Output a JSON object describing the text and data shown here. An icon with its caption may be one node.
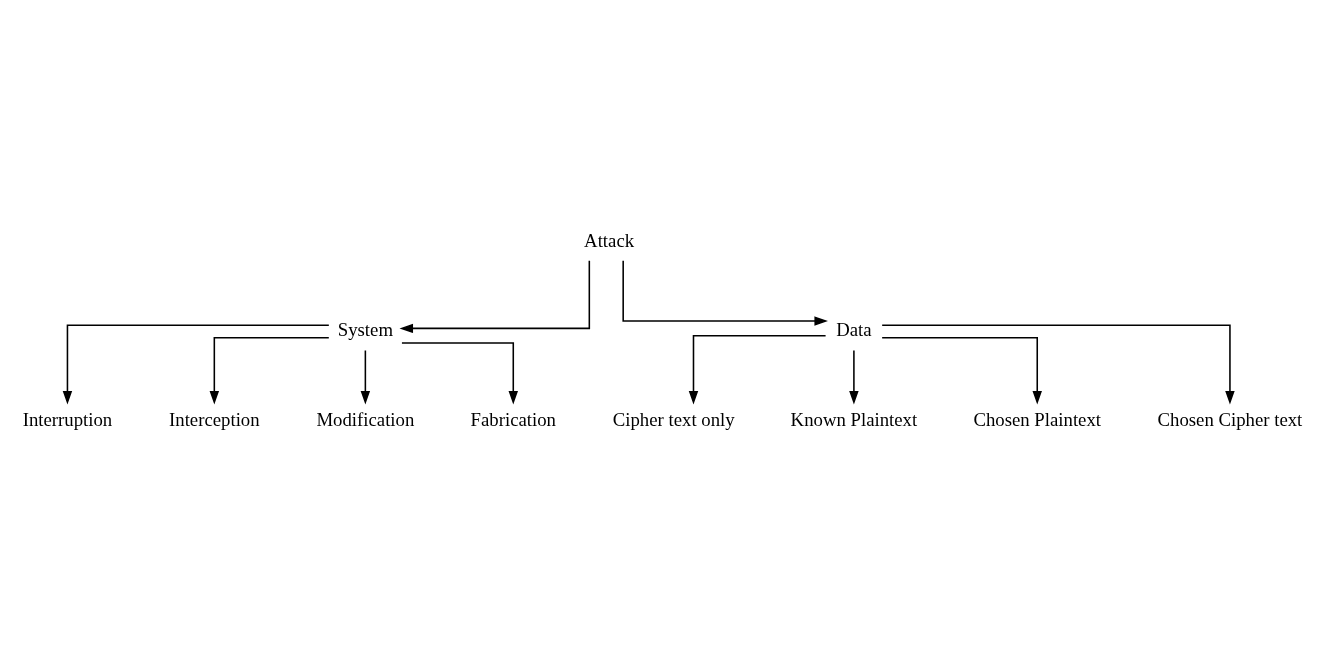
{
  "diagram": {
    "nodes": [
      {
        "text": [
          "Attack"
        ]
      },
      {
        "text": [
          "System"
        ]
      },
      {
        "text": [
          "Data"
        ]
      },
      {
        "text": [
          "Interruption"
        ]
      },
      {
        "text": [
          "Interception"
        ]
      },
      {
        "text": [
          "Modification"
        ]
      },
      {
        "text": [
          "Fabrication"
        ]
      },
      {
        "text": [
          "Cipher text only"
        ]
      },
      {
        "text": [
          "Known Plaintext"
        ]
      },
      {
        "text": [
          "Chosen Plaintext"
        ]
      },
      {
        "text": [
          "Chosen Cipher text"
        ]
      }
    ],
    "edges": [
      {
        "from": 0,
        "to": 1,
        "arrow": "to"
      },
      {
        "from": 0,
        "to": 2,
        "arrow": "to"
      },
      {
        "from": 1,
        "to": 3,
        "arrow": "to"
      },
      {
        "from": 1,
        "to": 4,
        "arrow": "to"
      },
      {
        "from": 1,
        "to": 5,
        "arrow": "to"
      },
      {
        "from": 1,
        "to": 6,
        "arrow": "to"
      },
      {
        "from": 2,
        "to": 7,
        "arrow": "to"
      },
      {
        "from": 2,
        "to": 8,
        "arrow": "to"
      },
      {
        "from": 2,
        "to": 9,
        "arrow": "to"
      },
      {
        "from": 2,
        "to": 10,
        "arrow": "to"
      }
    ]
  }
}
